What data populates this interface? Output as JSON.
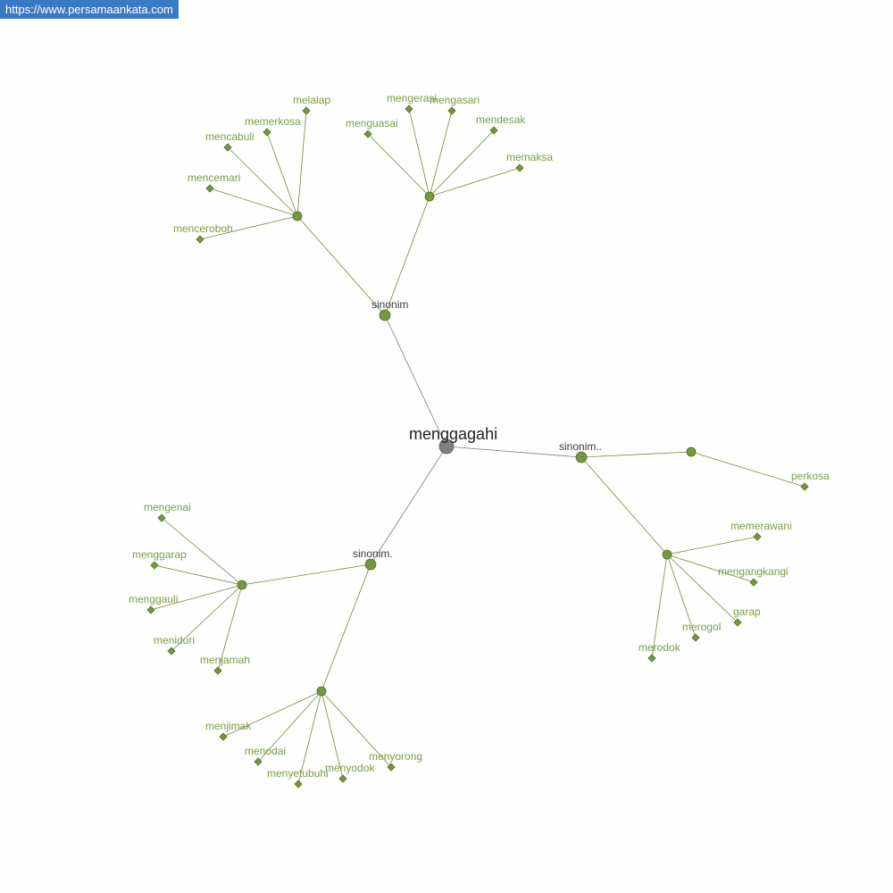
{
  "site": {
    "url": "https://www.persamaankata.com"
  },
  "colors": {
    "node_fill": "#76973f",
    "node_stroke": "#4f6b25",
    "edge": "#6f8c3a",
    "edge_root": "#7a7a7a",
    "leaf_text": "#7a9e45",
    "hub_text": "#3c3c3c",
    "root_fill": "#7f7f7f",
    "root_text": "#222222"
  },
  "graph": {
    "root": {
      "label": "menggagahi"
    },
    "hubs": [
      {
        "id": "h1",
        "label": "sinonim"
      },
      {
        "id": "h2",
        "label": "sinonim.."
      },
      {
        "id": "h3",
        "label": "sinonim."
      }
    ],
    "clusters": [
      {
        "id": "c1",
        "hub": "h1",
        "leaves": [
          "menceroboh",
          "mencemari",
          "mencabuli",
          "memerkosa",
          "melalap"
        ]
      },
      {
        "id": "c2",
        "hub": "h1",
        "leaves": [
          "menguasai",
          "mengerasi",
          "mengasari",
          "mendesak",
          "memaksa"
        ]
      },
      {
        "id": "c3",
        "hub": "h2",
        "leaves": [
          "perkosa"
        ]
      },
      {
        "id": "c4",
        "hub": "h2",
        "leaves": [
          "memerawani",
          "mengangkangi",
          "garap",
          "merogol",
          "merodok"
        ]
      },
      {
        "id": "c5",
        "hub": "h3",
        "leaves": [
          "mengenai",
          "menggarap",
          "menggauli",
          "meniduri",
          "menjamah"
        ]
      },
      {
        "id": "c6",
        "hub": "h3",
        "leaves": [
          "menjimak",
          "menodai",
          "menyetubuhi",
          "menyodok",
          "menyorong"
        ]
      }
    ]
  }
}
